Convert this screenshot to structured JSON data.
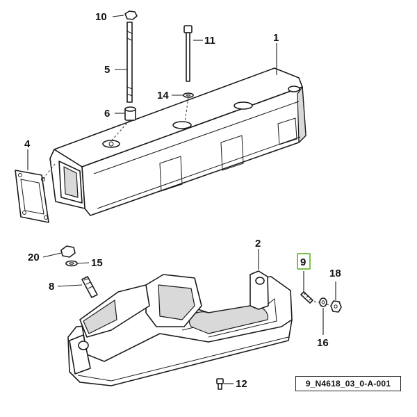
{
  "callouts": {
    "c1": "1",
    "c2": "2",
    "c4": "4",
    "c5": "5",
    "c6": "6",
    "c8": "8",
    "c9": "9",
    "c10": "10",
    "c11": "11",
    "c12": "12",
    "c14": "14",
    "c15": "15",
    "c16": "16",
    "c18": "18",
    "c20": "20"
  },
  "highlighted_callout": "9",
  "highlight_color": "#7cc24a",
  "reference_code": "9_N4618_03_0-A-001"
}
